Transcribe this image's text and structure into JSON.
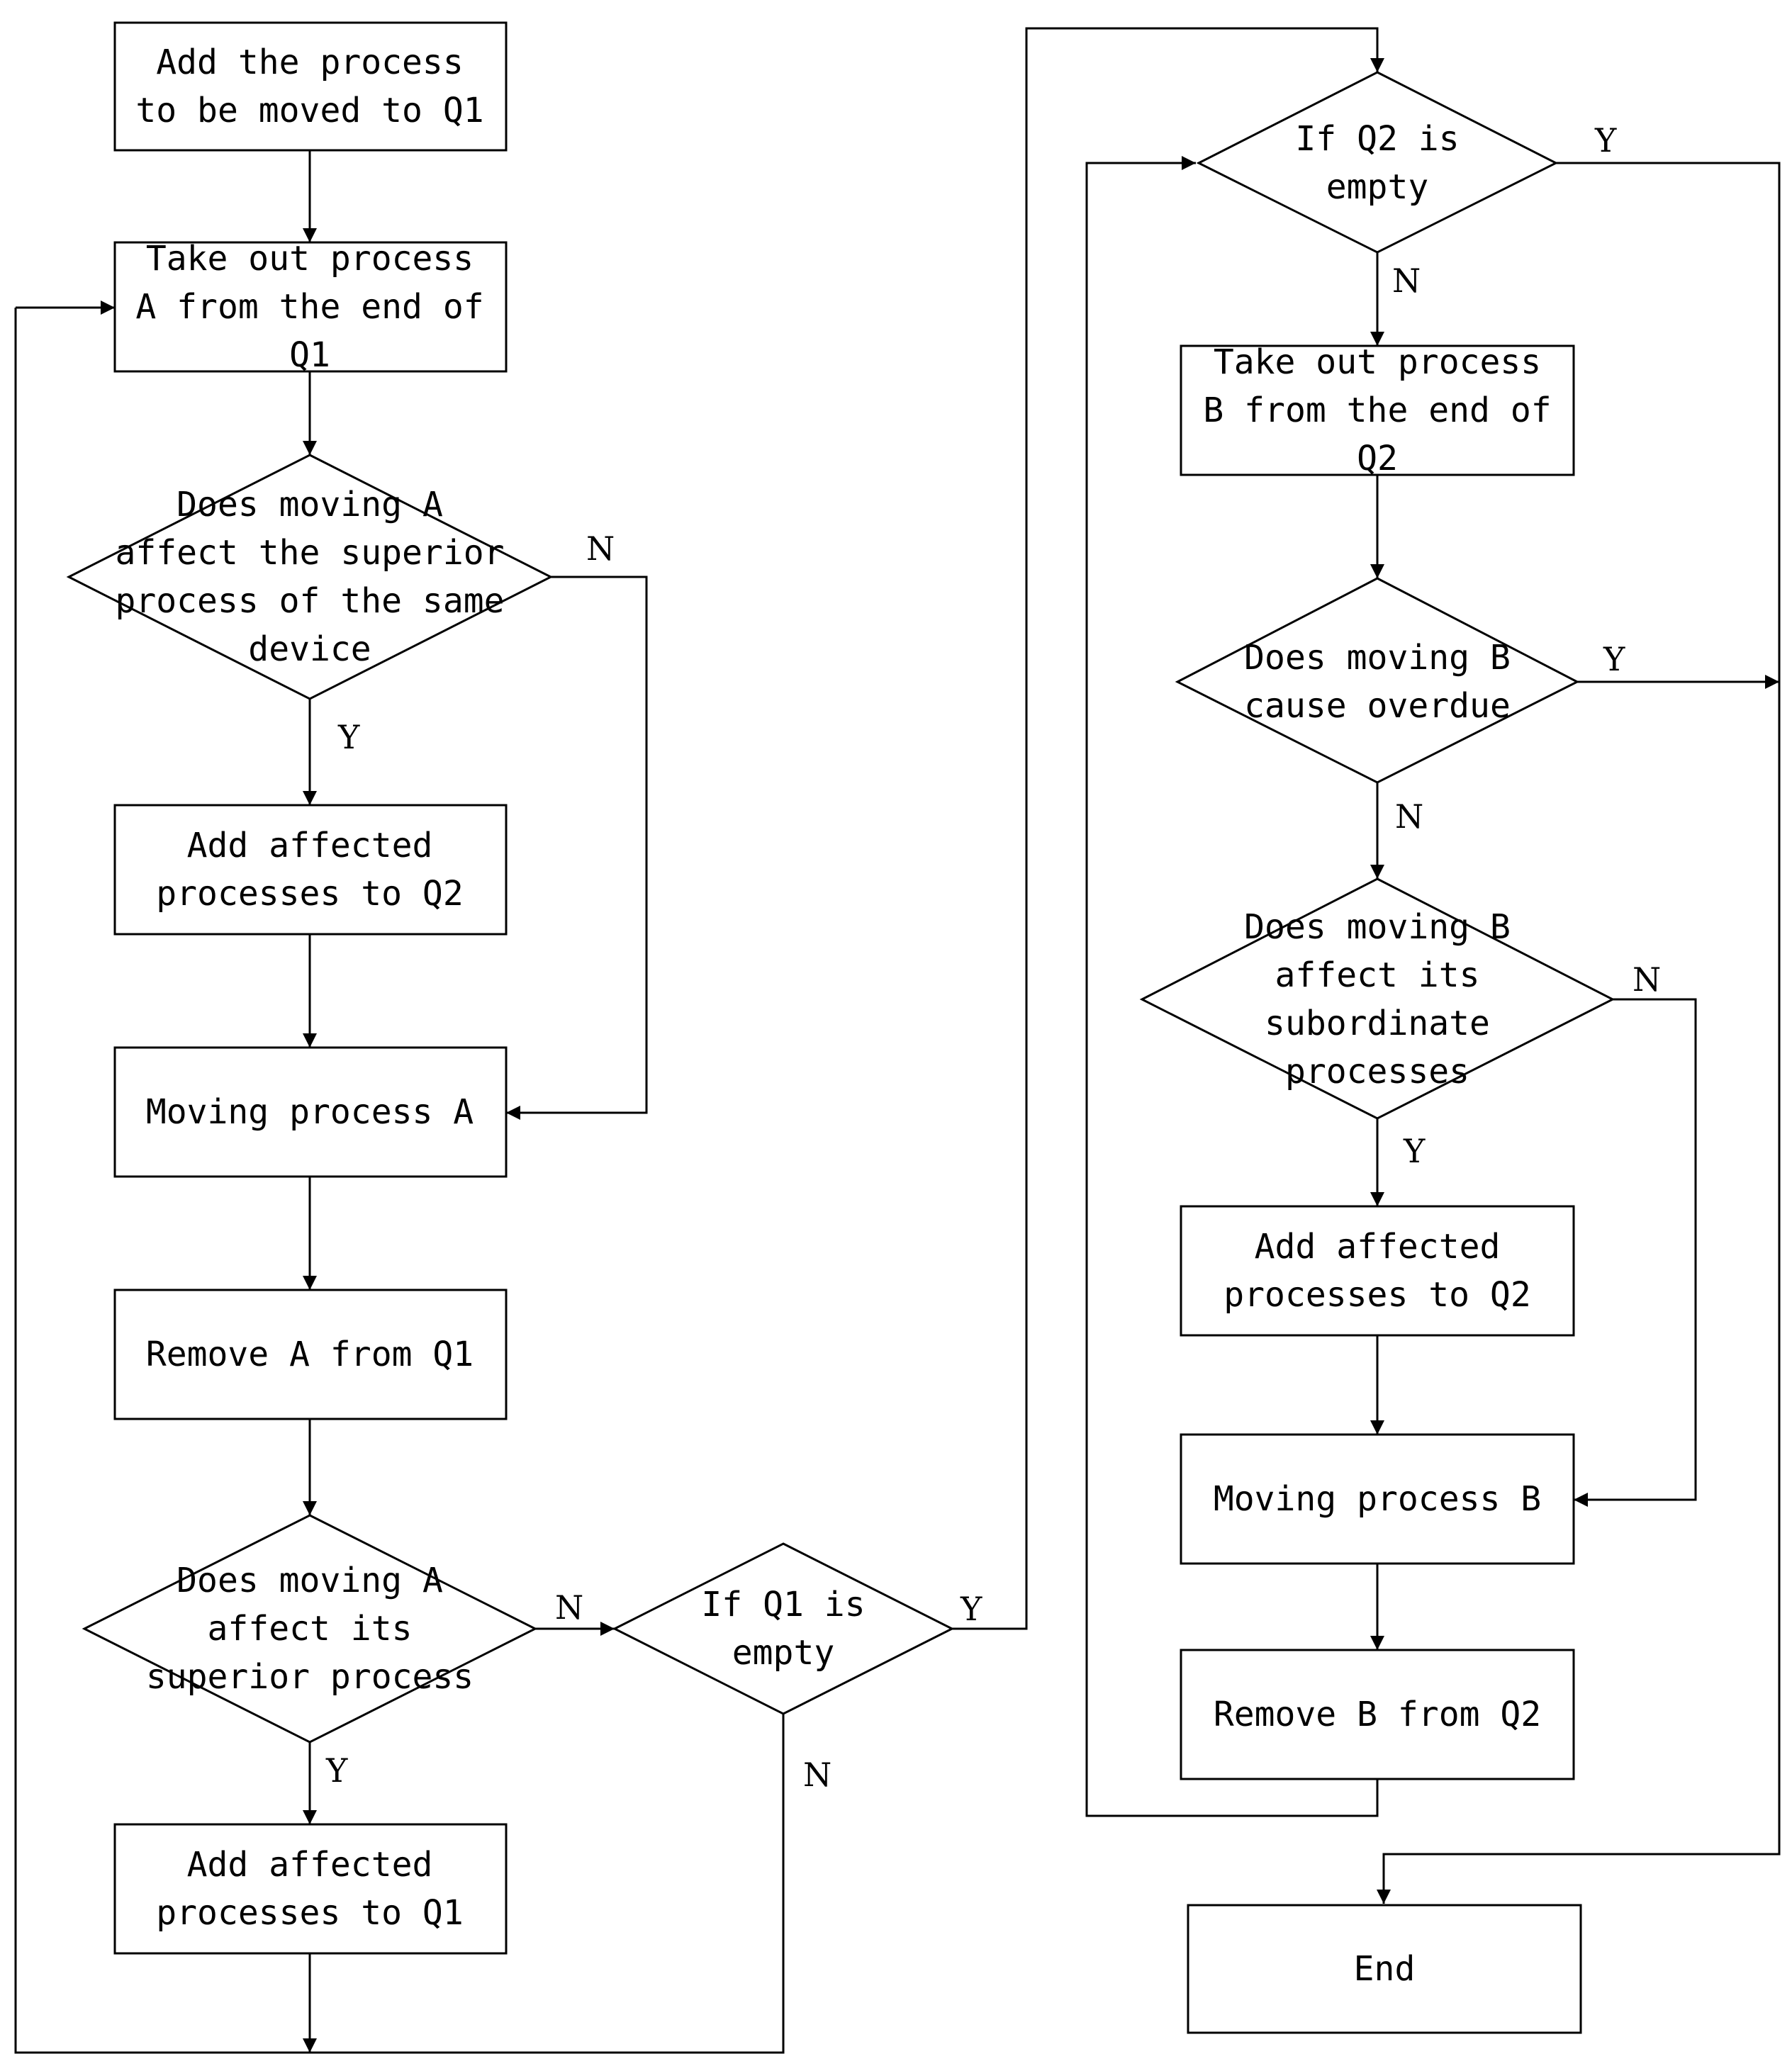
{
  "diagram": {
    "nodes": {
      "add_to_q1": [
        "Add the process",
        "to be moved to Q1"
      ],
      "take_a": [
        "Take out process",
        "A from the end of",
        "Q1"
      ],
      "dec_same_device": [
        "Does moving A",
        "affect the superior",
        "process of the same",
        "device"
      ],
      "add_aff_q2_left": [
        "Add affected",
        "processes to Q2"
      ],
      "moving_a": [
        "Moving process A"
      ],
      "remove_a": [
        "Remove A from Q1"
      ],
      "dec_superior": [
        "Does moving A",
        "affect its",
        "superior process"
      ],
      "add_aff_q1": [
        "Add affected",
        "processes to Q1"
      ],
      "dec_q1_empty": [
        "If Q1 is",
        "empty"
      ],
      "dec_q2_empty": [
        "If Q2 is",
        "empty"
      ],
      "take_b": [
        "Take out process",
        "B from the end of",
        "Q2"
      ],
      "dec_overdue": [
        "Does moving B",
        "cause overdue"
      ],
      "dec_subordinate": [
        "Does moving B",
        "affect its",
        "subordinate",
        "processes"
      ],
      "add_aff_q2_right": [
        "Add affected",
        "processes to Q2"
      ],
      "moving_b": [
        "Moving process B"
      ],
      "remove_b": [
        "Remove B from Q2"
      ],
      "end": [
        "End"
      ]
    },
    "edge_labels": {
      "same_device_no": "N",
      "same_device_yes": "Y",
      "superior_no": "N",
      "superior_yes": "Y",
      "q1_empty_yes": "Y",
      "q1_empty_no": "N",
      "q2_empty_yes": "Y",
      "q2_empty_no": "N",
      "overdue_yes": "Y",
      "overdue_no": "N",
      "subordinate_no": "N",
      "subordinate_yes": "Y"
    }
  }
}
